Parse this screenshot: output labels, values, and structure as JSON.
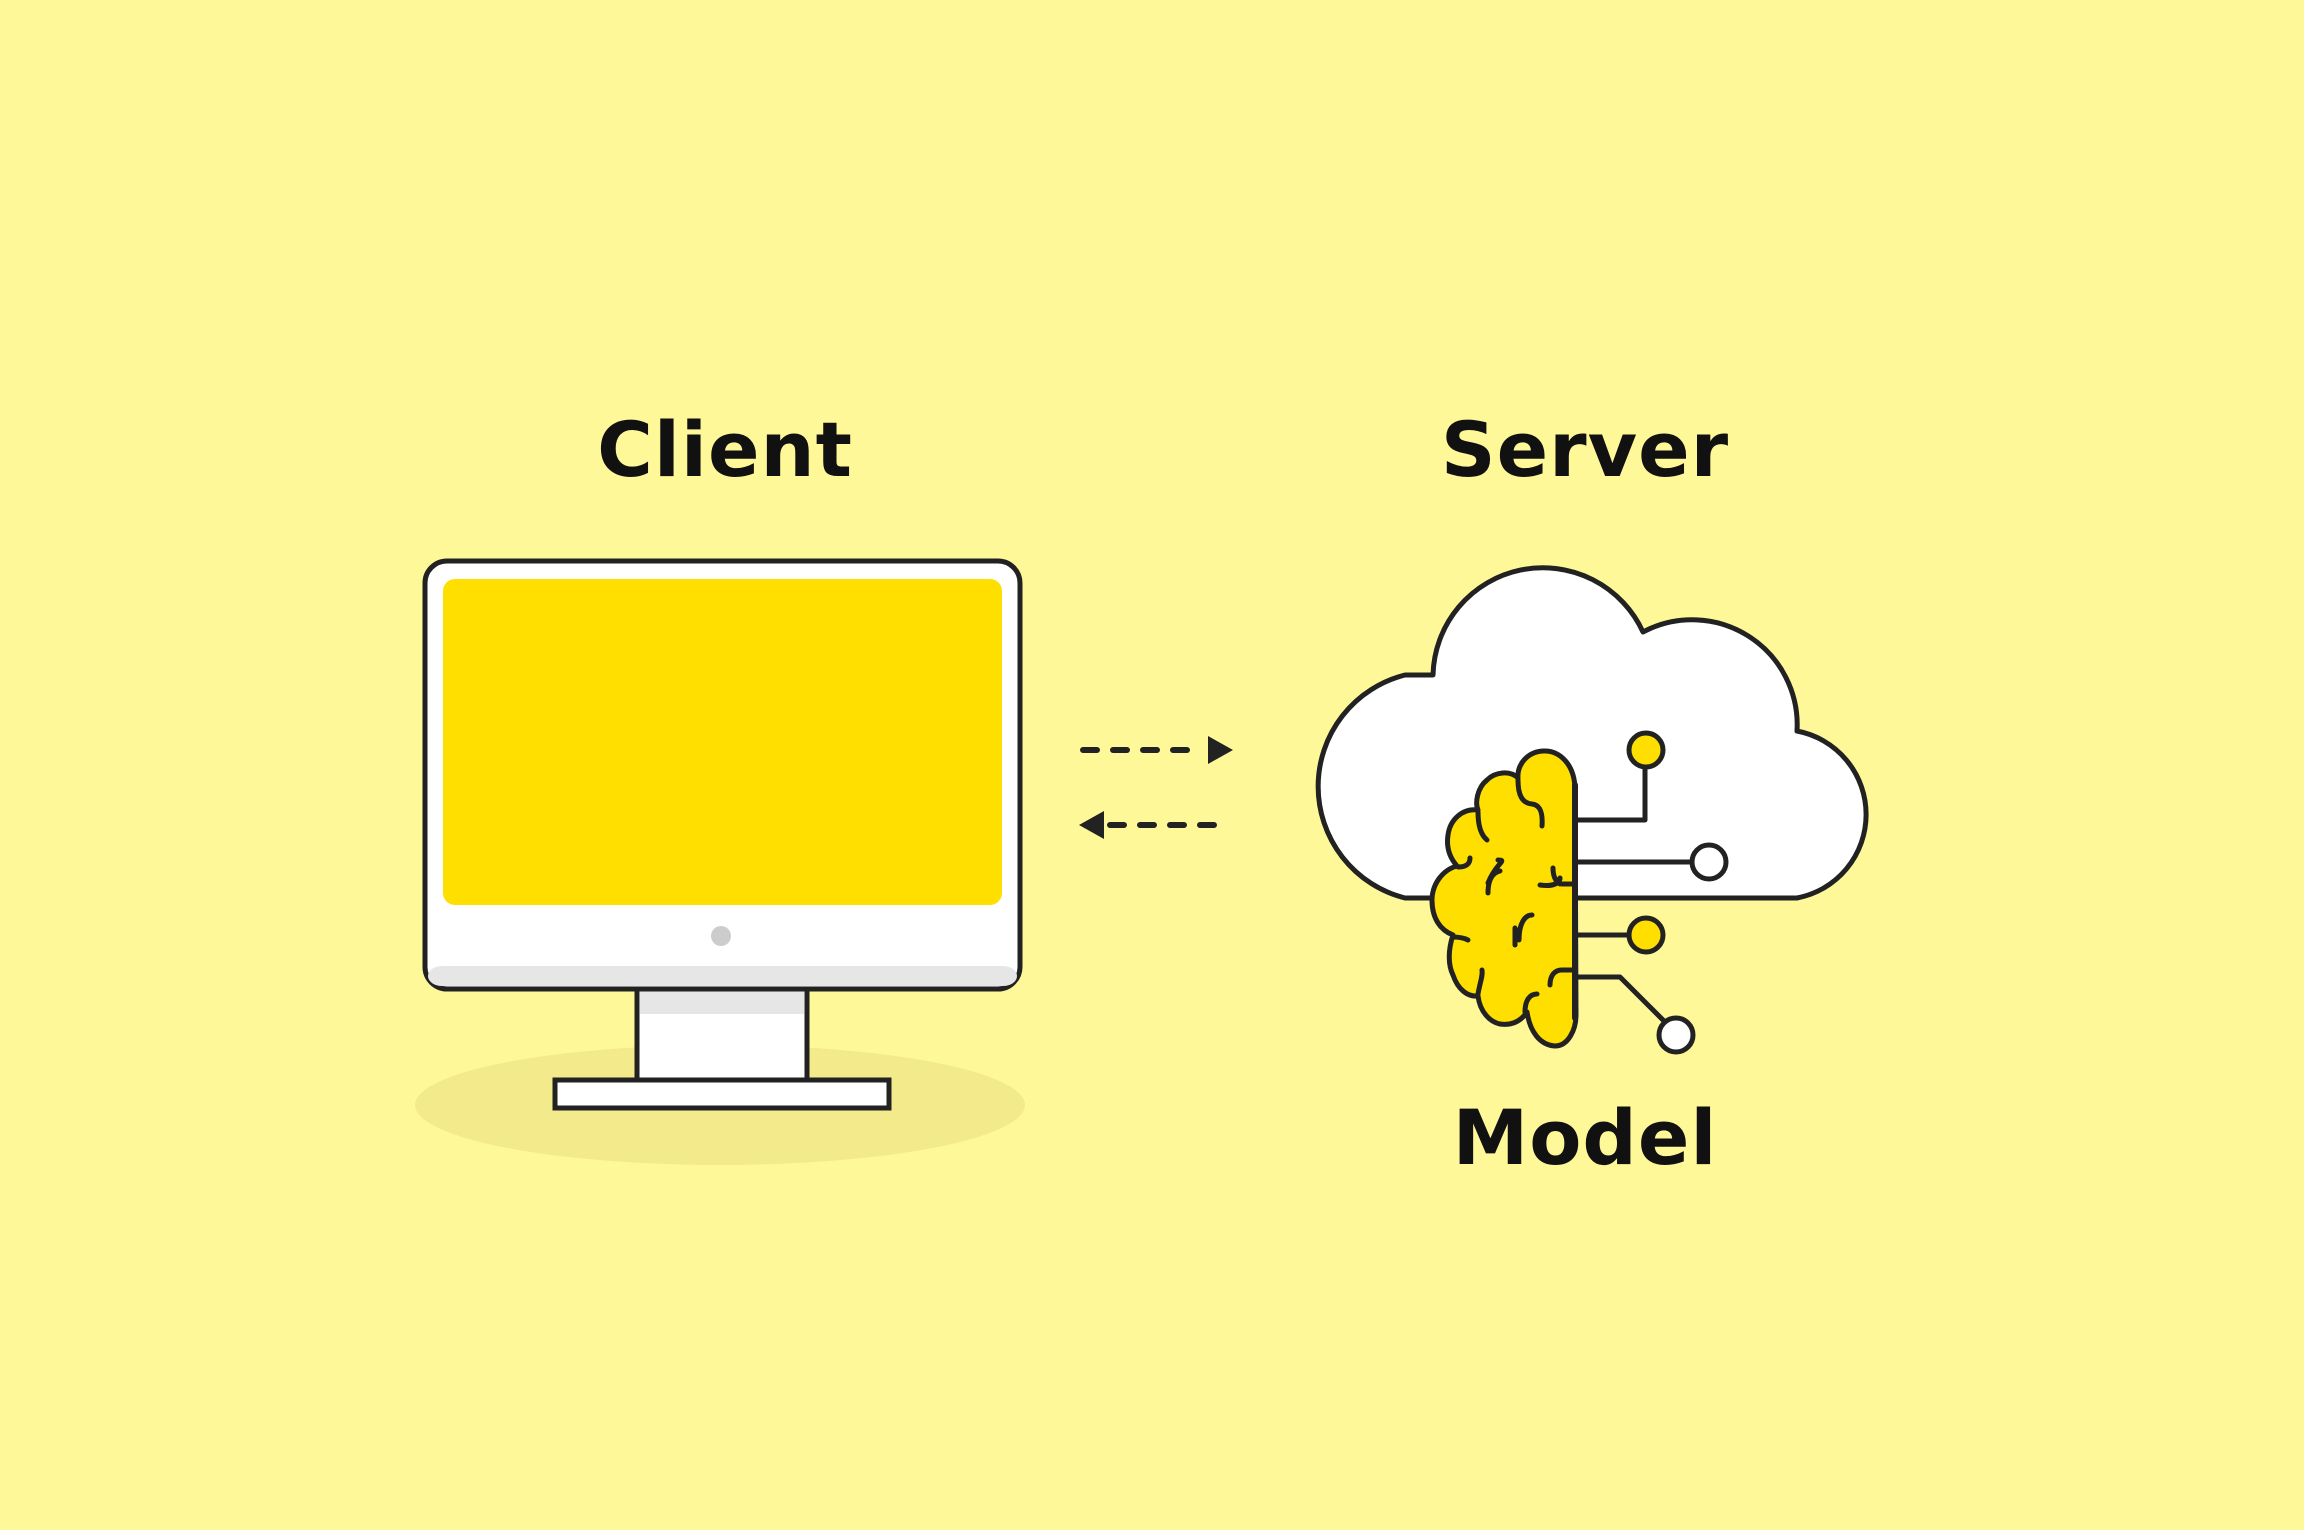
{
  "labels": {
    "client": "Client",
    "server": "Server",
    "model": "Model"
  },
  "colors": {
    "background": "#FFF899",
    "accent_yellow": "#FFDF00",
    "outline": "#222222",
    "white": "#FFFFFF",
    "shadow": "#F3EA8C",
    "bezel_shade": "#E6E6E6",
    "camera_dot": "#CCCCCC"
  },
  "icons": {
    "client": "desktop-monitor-icon",
    "server": "cloud-icon",
    "model": "brain-circuit-icon",
    "request": "arrow-right-dashed-icon",
    "response": "arrow-left-dashed-icon"
  }
}
